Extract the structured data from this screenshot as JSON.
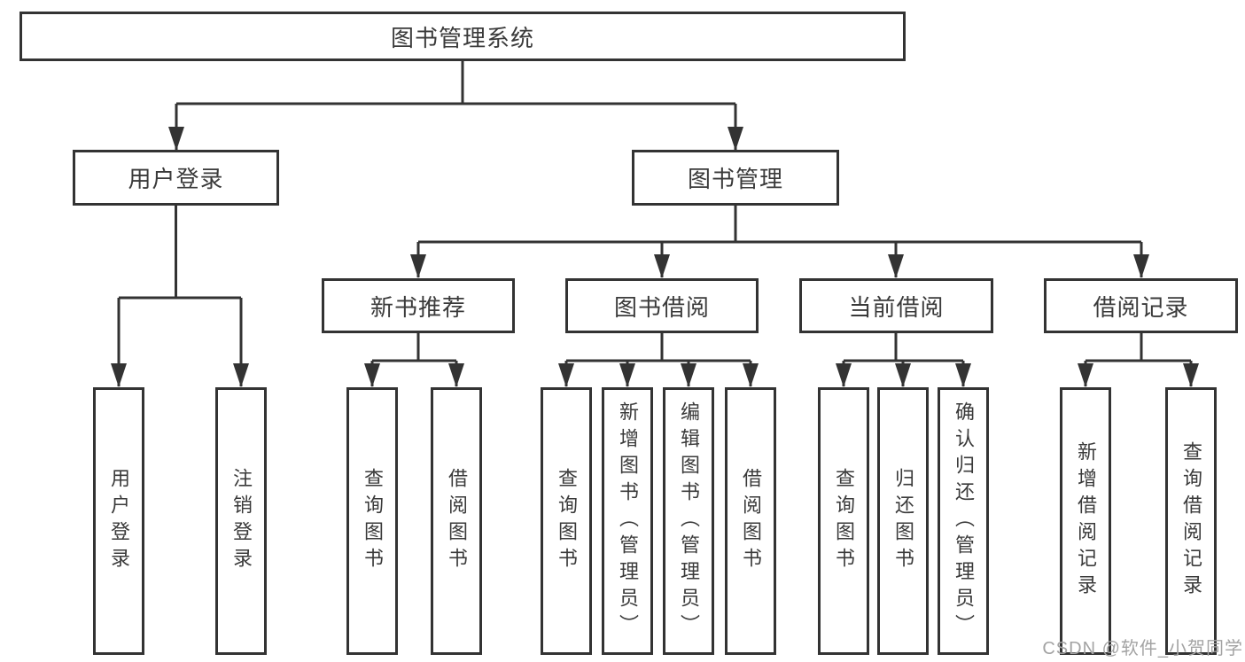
{
  "tree": {
    "label": "图书管理系统",
    "children": [
      {
        "label": "用户登录",
        "children": [
          {
            "label": "用户登录"
          },
          {
            "label": "注销登录"
          }
        ]
      },
      {
        "label": "图书管理",
        "children": [
          {
            "label": "新书推荐",
            "children": [
              {
                "label": "查询图书"
              },
              {
                "label": "借阅图书"
              }
            ]
          },
          {
            "label": "图书借阅",
            "children": [
              {
                "label": "查询图书"
              },
              {
                "label": "新增图书（管理员）"
              },
              {
                "label": "编辑图书（管理员）"
              },
              {
                "label": "借阅图书"
              }
            ]
          },
          {
            "label": "当前借阅",
            "children": [
              {
                "label": "查询图书"
              },
              {
                "label": "归还图书"
              },
              {
                "label": "确认归还（管理员）"
              }
            ]
          },
          {
            "label": "借阅记录",
            "children": [
              {
                "label": "新增借阅记录"
              },
              {
                "label": "查询借阅记录"
              }
            ]
          }
        ]
      }
    ]
  },
  "watermark": {
    "text": "CSDN @软件_小贺同学"
  },
  "colors": {
    "line": "#333333",
    "text": "#3a3a3a",
    "watermark": "#a3a3a3",
    "background": "#ffffff"
  }
}
